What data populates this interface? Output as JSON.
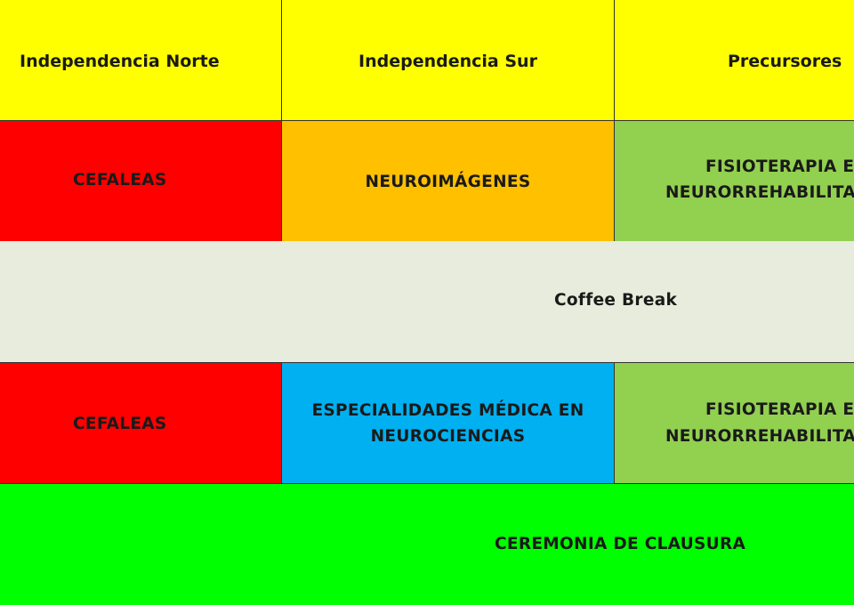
{
  "headers": {
    "col1": "Independencia Norte",
    "col2": "Independencia Sur",
    "col3": "Precursores"
  },
  "row1": {
    "col1": "CEFALEAS",
    "col2": "NEUROIMÁGENES",
    "col3_line1": "FISIOTERAPIA EN",
    "col3_line2": "NEURORREHABILITAC"
  },
  "break": {
    "label": "Coffee Break"
  },
  "row2": {
    "col1": "CEFALEAS",
    "col2_line1": "ESPECIALIDADES MÉDICA EN",
    "col2_line2": "NEUROCIENCIAS",
    "col3_line1": "FISIOTERAPIA EN",
    "col3_line2": "NEURORREHABILITAC"
  },
  "closing": {
    "label": "CEREMONIA DE CLAUSURA"
  },
  "colors": {
    "header": "#ffff00",
    "cefaleas": "#ff0000",
    "neuroimagenes": "#ffc000",
    "fisioterapia": "#92d050",
    "coffee_break": "#e8ecdc",
    "especialidades": "#00b0f0",
    "clausura": "#00ff00"
  }
}
